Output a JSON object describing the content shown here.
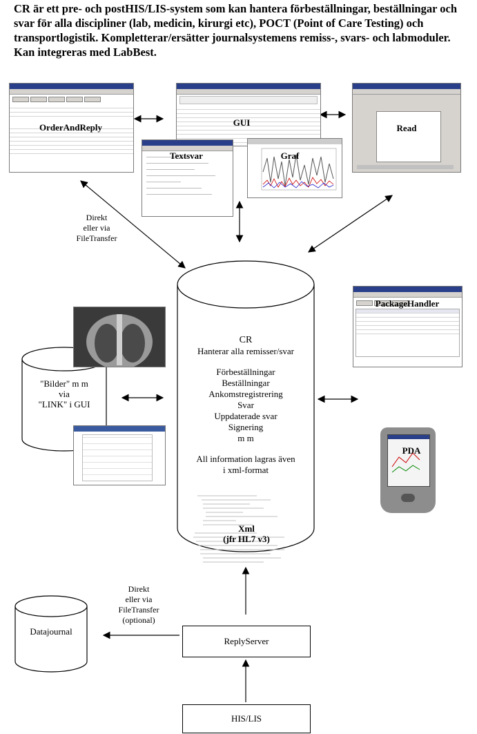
{
  "title": "CR är ett pre- och postHIS/LIS-system som kan hantera förbeställningar, beställningar och svar för alla discipliner (lab, medicin, kirurgi etc),  POCT (Point of Care Testing) och transportlogistik. Kompletterar/ersätter journalsystemens remiss-, svars- och labmoduler. Kan integreras med LabBest.",
  "screens": {
    "order_and_reply": "OrderAndReply",
    "gui": "GUI",
    "textsvar": "Textsvar",
    "graf": "Graf",
    "read": "Read",
    "package_handler": "PackageHandler",
    "pda": "PDA"
  },
  "connector_top": [
    "Direkt",
    "eller via",
    "FileTransfer"
  ],
  "connector_bottom": [
    "Direkt",
    "eller via",
    "FileTransfer",
    "(optional)"
  ],
  "cr": {
    "name": "CR",
    "subtitle": "Hanterar alla remisser/svar",
    "functions": [
      "Förbeställningar",
      "Beställningar",
      "Ankomstregistrering",
      "Svar",
      "Uppdaterade svar",
      "Signering",
      "m m"
    ],
    "xml_note": [
      "All information lagras även",
      "i xml-format"
    ],
    "xml_title": "Xml",
    "xml_sub": "(jfr HL7 v3)"
  },
  "bilder": {
    "line1": "\"Bilder\" m m",
    "line2": "via",
    "line3": "\"LINK\" i GUI"
  },
  "datajournal": "Datajournal",
  "reply_server": "ReplyServer",
  "his_lis": "HIS/LIS"
}
